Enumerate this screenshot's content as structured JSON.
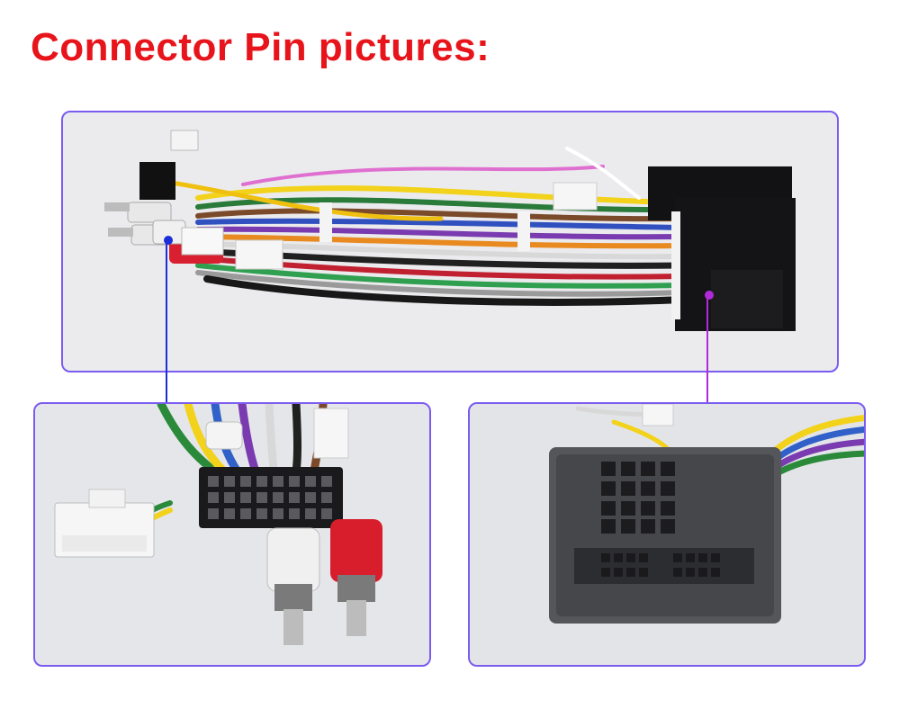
{
  "page": {
    "title": "Connector Pin pictures:"
  },
  "colors": {
    "title": "#e8141c",
    "frame_border": "#7b5cf0",
    "pointer_left": "#1a2fd8",
    "pointer_right": "#b02ad8"
  },
  "panels": {
    "overview_label": "wiring harness overview",
    "left_label": "ISO connector with RCA plugs",
    "right_label": "vehicle quadlock connector"
  }
}
